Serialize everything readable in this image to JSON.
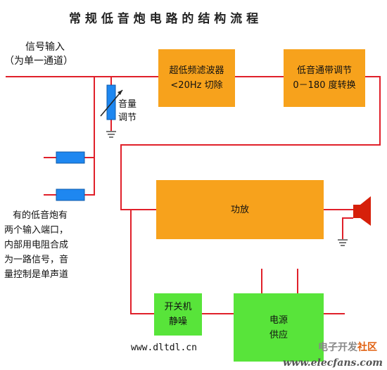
{
  "title": "常 规 低 音 炮 电 路 的 结 构 流 程",
  "input": {
    "line1": "信号输入",
    "line2": "（为单一通道）"
  },
  "volume": {
    "line1": "音量",
    "line2": "调节"
  },
  "note": [
    "有的低音炮有",
    "两个输入端口，",
    "内部用电阻合成",
    "为一路信号，音",
    "量控制是单声道"
  ],
  "blocks": {
    "filter": "超低频滤波器\n<20Hz 切除",
    "lowpass": "低音通带调节\n0－180 度转换",
    "amp": "功放",
    "mute": "开关机\n静噪",
    "power": "电源\n供应"
  },
  "website": "www.dltdl.cn",
  "watermark": {
    "part1": "电子开发",
    "part2": "社区",
    "url": "www.elecfans.com"
  },
  "colors": {
    "wire": "#e0202a",
    "orange_block": "#f7a21c",
    "green_block": "#58e43a",
    "connector": "#1e87f0",
    "speaker": "#d6200a",
    "title_text": "#222222"
  }
}
